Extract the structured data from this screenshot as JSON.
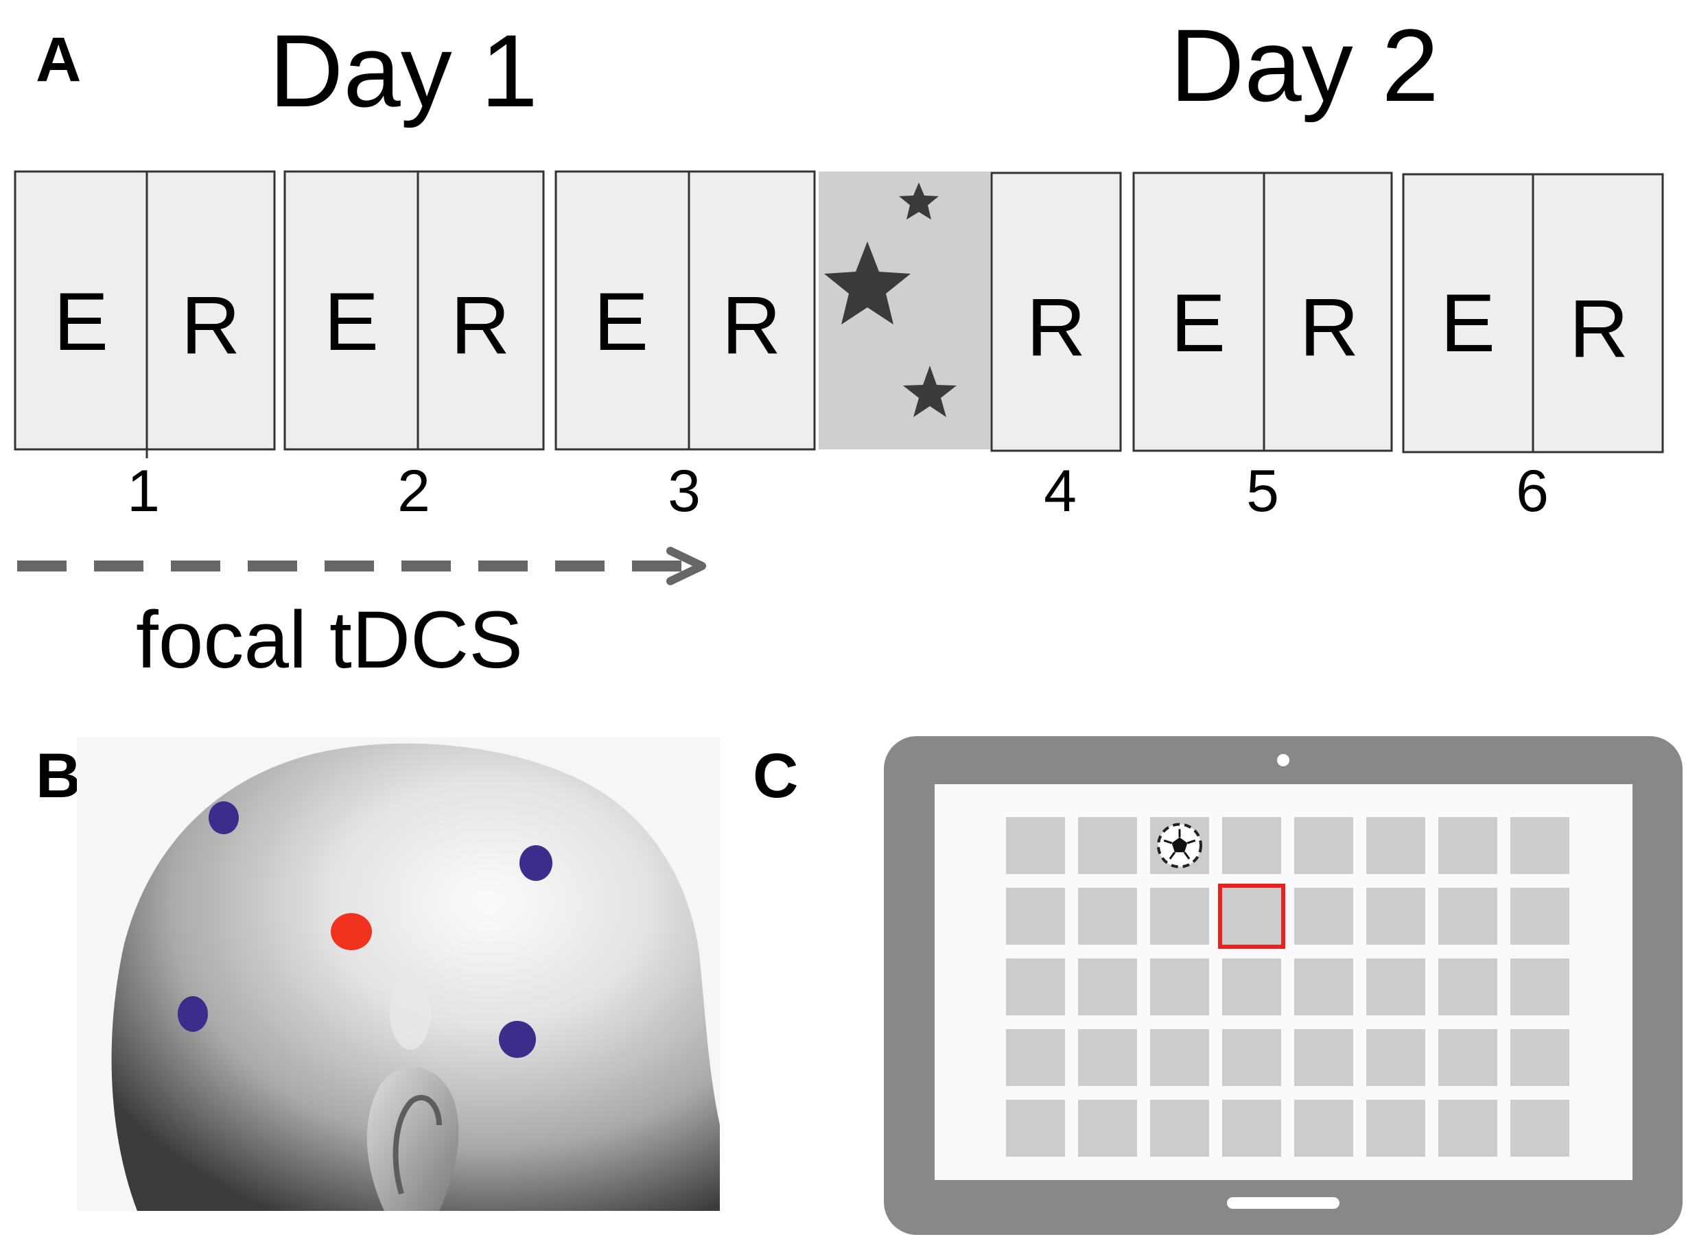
{
  "panels": {
    "a": {
      "letter": "A",
      "day1_title": "Day 1",
      "day2_title": "Day 2",
      "stimulation_label": "focal tDCS",
      "blocks": [
        {
          "number": "1",
          "phases": [
            "E",
            "R"
          ]
        },
        {
          "number": "2",
          "phases": [
            "E",
            "R"
          ]
        },
        {
          "number": "3",
          "phases": [
            "E",
            "R"
          ]
        },
        {
          "number": "4",
          "phases": [
            "R"
          ]
        },
        {
          "number": "5",
          "phases": [
            "E",
            "R"
          ]
        },
        {
          "number": "6",
          "phases": [
            "E",
            "R"
          ]
        }
      ],
      "overnight_icon": "stars-icon"
    },
    "b": {
      "letter": "B",
      "electrodes": {
        "center_color": "#f0321e",
        "surround_color": "#3a2d8c",
        "surround_count": 4
      }
    },
    "c": {
      "letter": "C",
      "tablet_grid": {
        "rows": 5,
        "cols": 8,
        "soccer_ball_cell": [
          0,
          2
        ],
        "highlighted_cell": [
          1,
          3
        ]
      },
      "highlight_color": "#e8201e"
    }
  }
}
